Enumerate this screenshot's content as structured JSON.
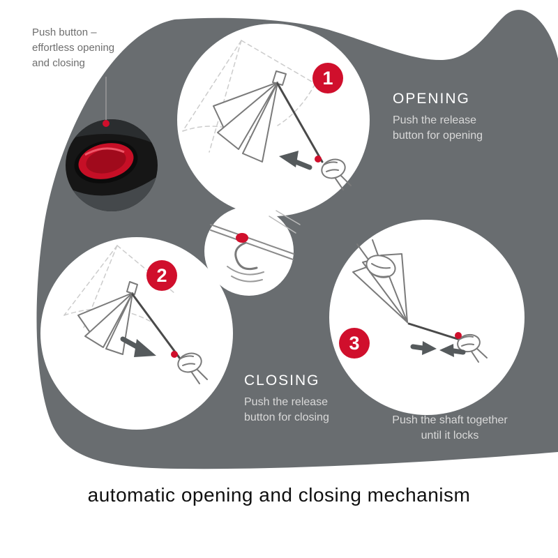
{
  "callout": {
    "label": "Push button –\neffortless opening\nand closing"
  },
  "steps": [
    {
      "number": "1",
      "title": "OPENING",
      "description": "Push the release\nbutton for opening"
    },
    {
      "number": "2",
      "title": "CLOSING",
      "description": "Push the release\nbutton for closing"
    },
    {
      "number": "3",
      "title": "",
      "description": "Push the shaft together\nuntil it locks"
    }
  ],
  "caption": "automatic opening and closing mechanism",
  "colors": {
    "blob_gray": "#696d70",
    "accent_red": "#d00f2c",
    "title_text": "#ffffff",
    "step_text": "#d9d9d9",
    "callout_text": "#6e6e6e",
    "caption_text": "#101010",
    "line_art": "#7a7a7a"
  },
  "illustrations": {
    "photo": "push-button-closeup-photo",
    "step1": "umbrella-opening-line-art",
    "step2": "umbrella-closing-line-art",
    "step3": "shaft-push-line-art",
    "center": "handle-button-closeup-line-art"
  }
}
